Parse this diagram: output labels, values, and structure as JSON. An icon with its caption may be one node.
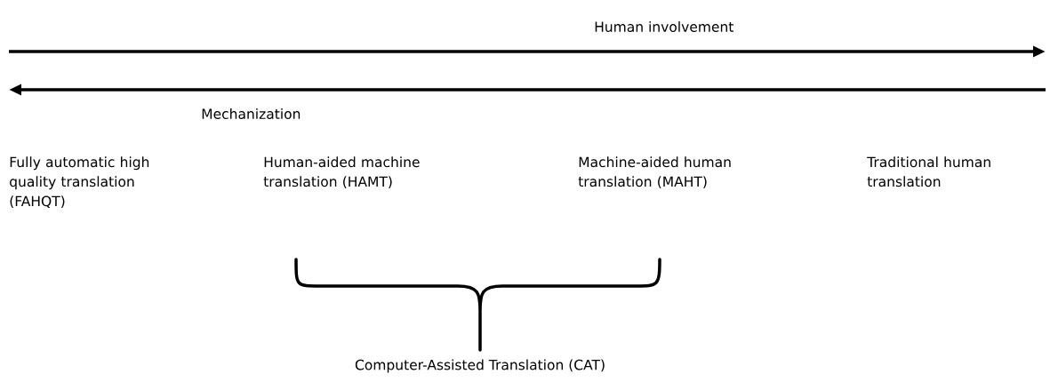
{
  "diagram": {
    "labels": [
      "Human involvement",
      "Mechanization",
      "Fully automatic high quality translation (FAHQT)",
      "Human-aided machine translation (HAMT)",
      "Machine-aided human translation (MAHT)",
      "Traditional human translation",
      "Computer-Assisted Translation (CAT)"
    ]
  }
}
